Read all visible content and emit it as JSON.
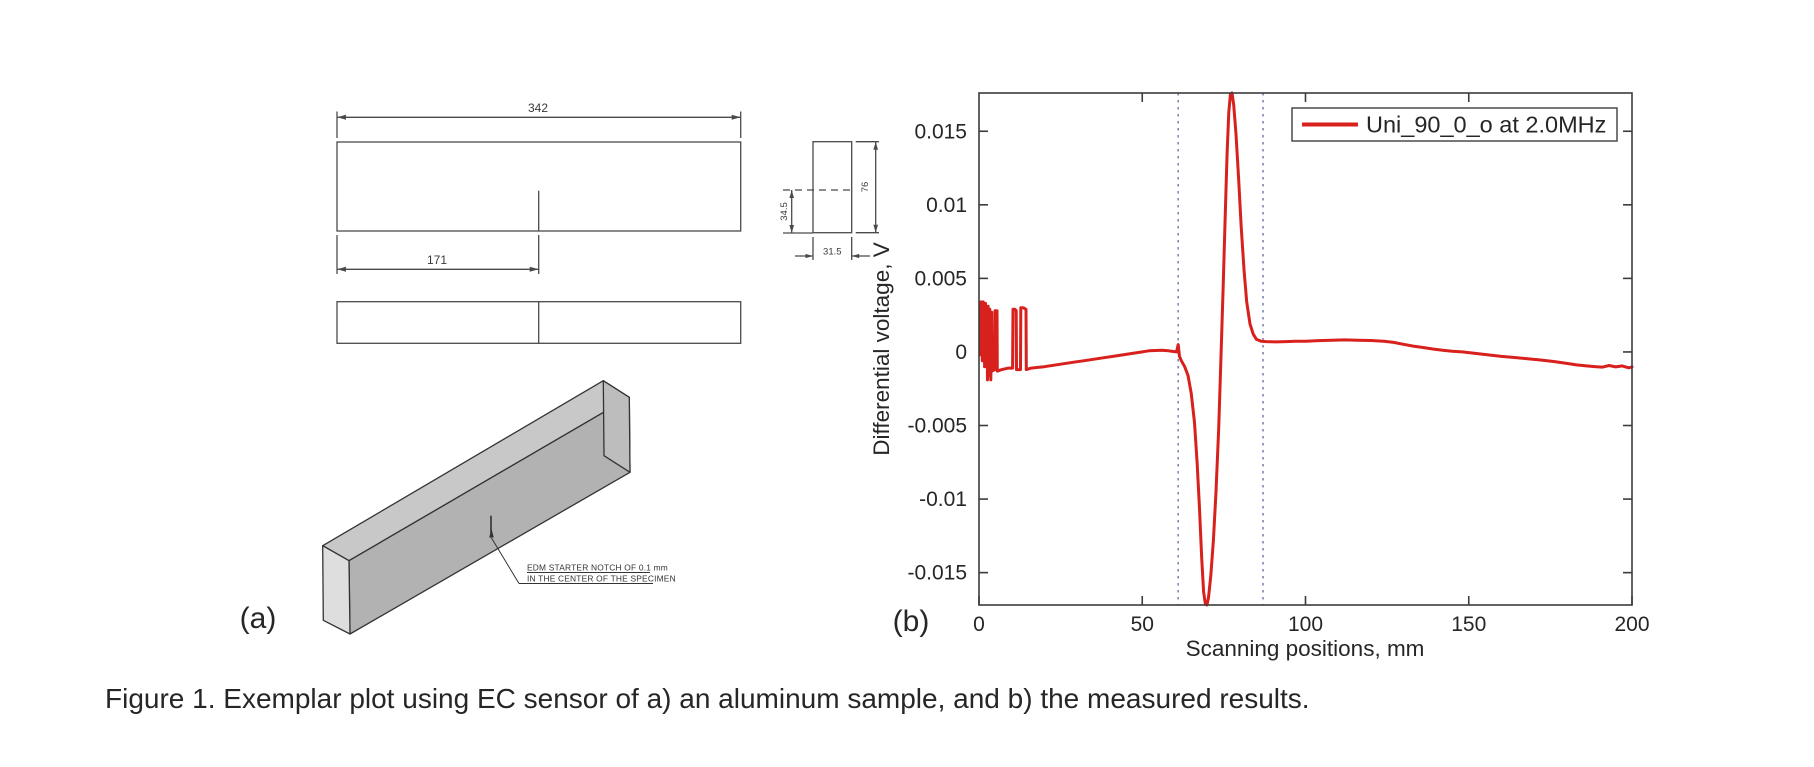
{
  "figure": {
    "label_a": "(a)",
    "label_b": "(b)",
    "caption": "Figure 1. Exemplar plot using EC sensor of a) an aluminum sample, and b) the measured results."
  },
  "drawing": {
    "dim_total_length": "342",
    "dim_notch_position": "171",
    "dim_section_width": "31.5",
    "dim_section_notch_depth": "34.5",
    "dim_section_height": "76",
    "note_line1": "EDM STARTER NOTCH OF 0.1 mm",
    "note_line2": "IN THE CENTER OF THE SPECIMEN"
  },
  "chart_data": {
    "type": "line",
    "title": "",
    "xlabel": "Scanning positions, mm",
    "ylabel": "Differential voltage, V",
    "xlim": [
      0,
      200
    ],
    "ylim": [
      -0.0172,
      0.0176
    ],
    "xticks": [
      0,
      50,
      100,
      150,
      200
    ],
    "xtick_labels": [
      "0",
      "50",
      "100",
      "150",
      "200"
    ],
    "yticks": [
      0.015,
      0.01,
      0.005,
      0,
      -0.005,
      -0.01,
      -0.015
    ],
    "ytick_labels": [
      "0.015",
      "0.01",
      "0.005",
      "0",
      "-0.005",
      "-0.01",
      "-0.015"
    ],
    "grid": false,
    "box": true,
    "legend": {
      "label": "Uni_90_0_o at 2.0MHz",
      "position": "top-right"
    },
    "line_color": "#d8201c",
    "dashed_line_color": "#7480ae",
    "dashed_lines_x": [
      61,
      87
    ],
    "series": [
      {
        "name": "Uni_90_0_o at 2.0MHz",
        "color": "#d8201c",
        "points": [
          [
            0.3,
            0.0012
          ],
          [
            0.4,
            0.0028
          ],
          [
            0.5,
            -0.0002
          ],
          [
            0.6,
            0.0034
          ],
          [
            0.8,
            0.0008
          ],
          [
            0.9,
            0.0033
          ],
          [
            1.0,
            -0.0006
          ],
          [
            1.1,
            0.0028
          ],
          [
            1.3,
            0.0034
          ],
          [
            1.4,
            0.0004
          ],
          [
            1.5,
            0.0031
          ],
          [
            1.7,
            -0.001
          ],
          [
            1.8,
            0.0029
          ],
          [
            2.0,
            0.0033
          ],
          [
            2.2,
            -0.0008
          ],
          [
            2.4,
            0.003
          ],
          [
            2.6,
            -0.0019
          ],
          [
            2.8,
            0.0031
          ],
          [
            3.0,
            -0.0016
          ],
          [
            3.3,
            0.0029
          ],
          [
            3.6,
            -0.0019
          ],
          [
            3.9,
            0.0027
          ],
          [
            4.0,
            -0.0013
          ],
          [
            4.8,
            -0.0012
          ],
          [
            4.9,
            0.0028
          ],
          [
            5.2,
            0.0027
          ],
          [
            5.5,
            0.0028
          ],
          [
            5.6,
            -0.0013
          ],
          [
            7.0,
            -0.0012
          ],
          [
            9.0,
            -0.0011
          ],
          [
            10.3,
            -0.0011
          ],
          [
            10.4,
            0.0029
          ],
          [
            11.0,
            0.0029
          ],
          [
            11.4,
            0.0028
          ],
          [
            11.5,
            -0.0012
          ],
          [
            12.7,
            -0.0012
          ],
          [
            12.8,
            0.003
          ],
          [
            13.6,
            0.003
          ],
          [
            14.4,
            0.0029
          ],
          [
            14.5,
            -0.0012
          ],
          [
            16,
            -0.0011
          ],
          [
            18,
            -0.00105
          ],
          [
            20,
            -0.001
          ],
          [
            23,
            -0.0009
          ],
          [
            26,
            -0.0008
          ],
          [
            29,
            -0.0007
          ],
          [
            32,
            -0.0006
          ],
          [
            35,
            -0.0005
          ],
          [
            38,
            -0.0004
          ],
          [
            41,
            -0.0003
          ],
          [
            44,
            -0.0002
          ],
          [
            47,
            -0.0001
          ],
          [
            50,
            0.0
          ],
          [
            52,
            8e-05
          ],
          [
            54,
            0.0001
          ],
          [
            56,
            0.00012
          ],
          [
            58,
            8e-05
          ],
          [
            59.5,
            3e-05
          ],
          [
            60.5,
            0.0
          ],
          [
            61,
            0.0005
          ],
          [
            61.4,
            -0.0003
          ],
          [
            62,
            -0.0006
          ],
          [
            63,
            -0.001
          ],
          [
            64,
            -0.0016
          ],
          [
            65,
            -0.0028
          ],
          [
            66,
            -0.0048
          ],
          [
            66.8,
            -0.0075
          ],
          [
            67.5,
            -0.0105
          ],
          [
            68.2,
            -0.014
          ],
          [
            68.8,
            -0.0163
          ],
          [
            69.3,
            -0.0171
          ],
          [
            69.8,
            -0.0172
          ],
          [
            70.3,
            -0.0167
          ],
          [
            71,
            -0.0152
          ],
          [
            71.8,
            -0.0128
          ],
          [
            72.6,
            -0.0095
          ],
          [
            73.4,
            -0.0052
          ],
          [
            74.1,
            -0.0005
          ],
          [
            74.8,
            0.0045
          ],
          [
            75.4,
            0.0092
          ],
          [
            76.0,
            0.0135
          ],
          [
            76.5,
            0.0163
          ],
          [
            77.0,
            0.0175
          ],
          [
            77.5,
            0.0176
          ],
          [
            78.0,
            0.0168
          ],
          [
            78.7,
            0.0148
          ],
          [
            79.5,
            0.0118
          ],
          [
            80.3,
            0.0085
          ],
          [
            81.2,
            0.0055
          ],
          [
            82.0,
            0.0034
          ],
          [
            83.0,
            0.0019
          ],
          [
            84.0,
            0.0012
          ],
          [
            85.0,
            0.00085
          ],
          [
            86.5,
            0.00072
          ],
          [
            88,
            0.0007
          ],
          [
            91,
            0.00068
          ],
          [
            94,
            0.0007
          ],
          [
            97,
            0.00072
          ],
          [
            100,
            0.00073
          ],
          [
            104,
            0.00077
          ],
          [
            108,
            0.0008
          ],
          [
            112,
            0.00082
          ],
          [
            116,
            0.0008
          ],
          [
            120,
            0.00078
          ],
          [
            124,
            0.00072
          ],
          [
            127,
            0.00065
          ],
          [
            130,
            0.00052
          ],
          [
            133,
            0.0004
          ],
          [
            136,
            0.0003
          ],
          [
            139,
            0.0002
          ],
          [
            142,
            0.00012
          ],
          [
            145,
            5e-05
          ],
          [
            148,
            0.0
          ],
          [
            152,
            -0.0001
          ],
          [
            156,
            -0.0002
          ],
          [
            160,
            -0.0003
          ],
          [
            164,
            -0.00038
          ],
          [
            168,
            -0.00046
          ],
          [
            172,
            -0.00055
          ],
          [
            176,
            -0.00065
          ],
          [
            180,
            -0.00078
          ],
          [
            183,
            -0.00088
          ],
          [
            186,
            -0.00095
          ],
          [
            189,
            -0.001
          ],
          [
            191,
            -0.00103
          ],
          [
            193,
            -0.00092
          ],
          [
            195,
            -0.00102
          ],
          [
            197,
            -0.00095
          ],
          [
            199,
            -0.00108
          ],
          [
            200,
            -0.00102
          ]
        ]
      }
    ]
  }
}
